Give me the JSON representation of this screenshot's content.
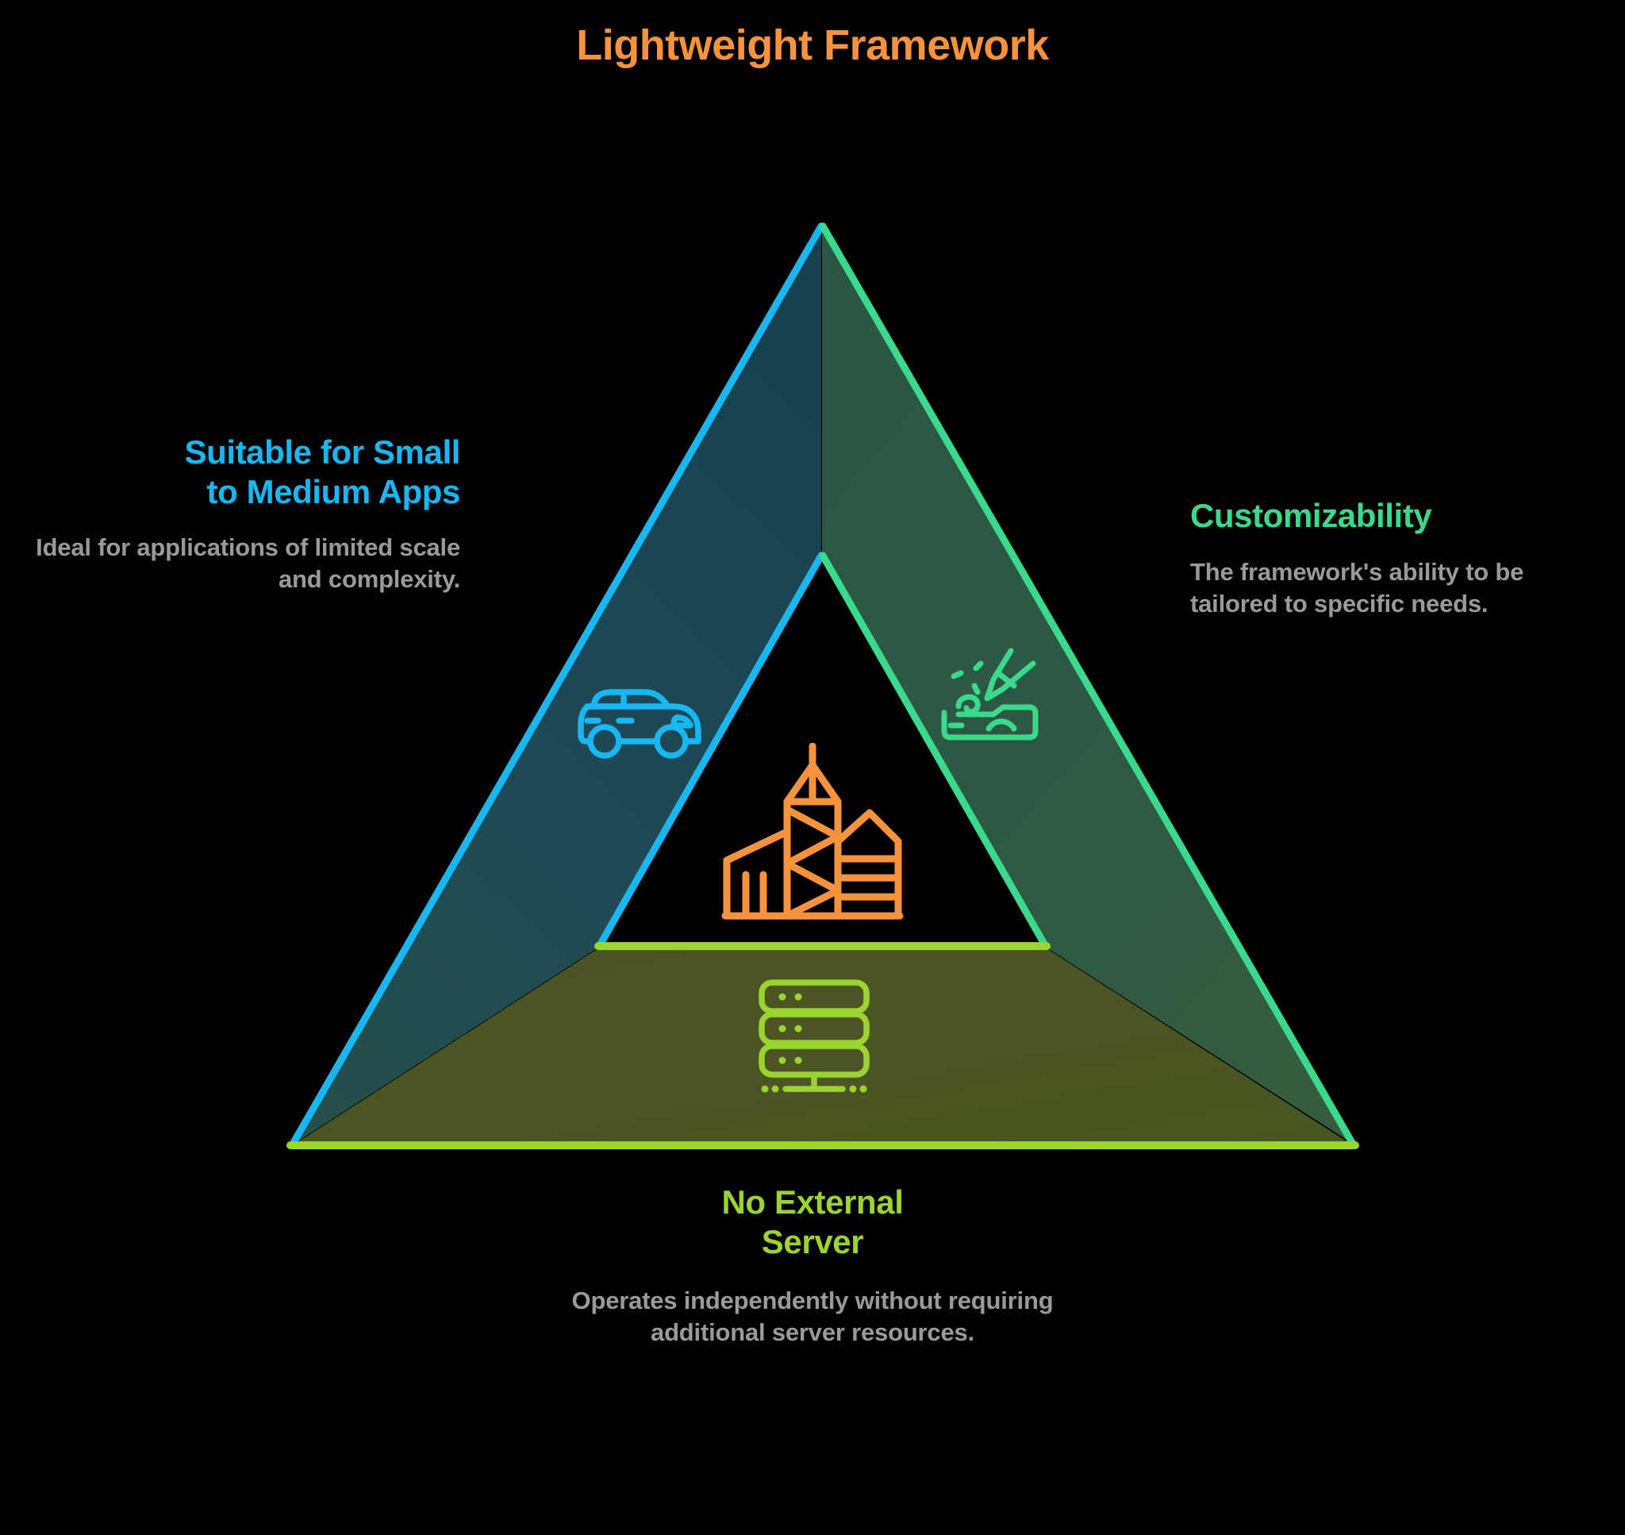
{
  "title": "Lightweight Framework",
  "colors": {
    "background": "#000000",
    "title": "#F7933D",
    "left_accent": "#17B7F2",
    "right_accent": "#3BD98B",
    "bottom_accent": "#9BD42F",
    "center_icon": "#F7933D",
    "description_text": "#9A9A9A",
    "left_face_fill": "#1C4352",
    "right_face_fill": "#2C5643",
    "bottom_face_fill": "#4B5322"
  },
  "nodes": {
    "left": {
      "heading": "Suitable for Small to Medium Apps",
      "heading_line_1": "Suitable for Small",
      "heading_line_2": "to Medium Apps",
      "description": "Ideal for applications of limited scale and complexity.",
      "icon": "car-icon",
      "accent": "#17B7F2"
    },
    "right": {
      "heading": "Customizability",
      "description": "The framework's ability to be tailored to specific needs.",
      "icon": "engraving-tool-icon",
      "accent": "#3BD98B"
    },
    "bottom": {
      "heading": "No External Server",
      "heading_line_1": "No External",
      "heading_line_2": "Server",
      "description": "Operates independently without requiring additional server resources.",
      "icon": "server-stack-icon",
      "accent": "#9BD42F"
    },
    "center": {
      "icon": "city-buildings-icon",
      "accent": "#F7933D"
    }
  },
  "chart_data": {
    "type": "diagram",
    "shape": "triangle",
    "title": "Lightweight Framework",
    "segments": [
      {
        "position": "left",
        "label": "Suitable for Small to Medium Apps",
        "detail": "Ideal for applications of limited scale and complexity.",
        "color": "#17B7F2"
      },
      {
        "position": "right",
        "label": "Customizability",
        "detail": "The framework's ability to be tailored to specific needs.",
        "color": "#3BD98B"
      },
      {
        "position": "bottom",
        "label": "No External Server",
        "detail": "Operates independently without requiring additional server resources.",
        "color": "#9BD42F"
      }
    ]
  }
}
